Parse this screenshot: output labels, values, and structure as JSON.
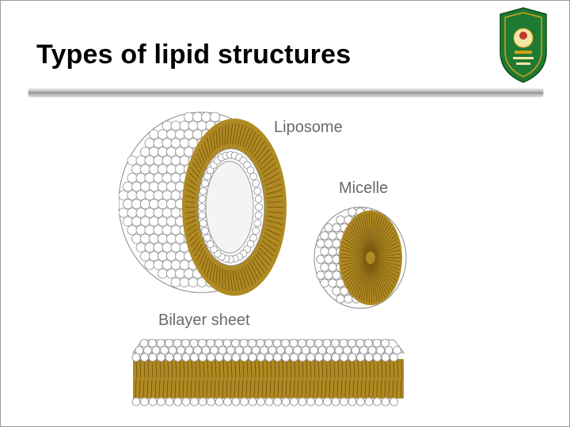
{
  "slide": {
    "title": "Types of lipid structures"
  },
  "diagram": {
    "labels": {
      "liposome": "Liposome",
      "micelle": "Micelle",
      "bilayer": "Bilayer sheet"
    },
    "colors": {
      "head_fill": "#ffffff",
      "head_stroke": "#8a8a8a",
      "tail": "#c09a26",
      "tail_dark": "#7a5a10",
      "core": "#b08a22"
    }
  },
  "logo": {
    "colors": {
      "primary": "#1e7a32",
      "accent": "#d4a017"
    }
  }
}
